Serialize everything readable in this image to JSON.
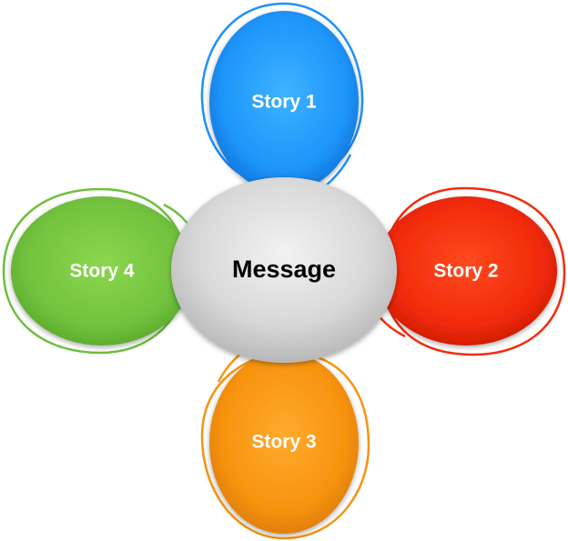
{
  "center": {
    "label": "Message"
  },
  "stories": [
    {
      "id": "story-1",
      "label": "Story 1",
      "color": "#1E90FF"
    },
    {
      "id": "story-2",
      "label": "Story 2",
      "color": "#F52A0A"
    },
    {
      "id": "story-3",
      "label": "Story 3",
      "color": "#F7930E"
    },
    {
      "id": "story-4",
      "label": "Story 4",
      "color": "#6DBF3C"
    }
  ],
  "colors": {
    "center_fill": "#D6D6D6",
    "center_highlight": "#EEEEEE"
  }
}
